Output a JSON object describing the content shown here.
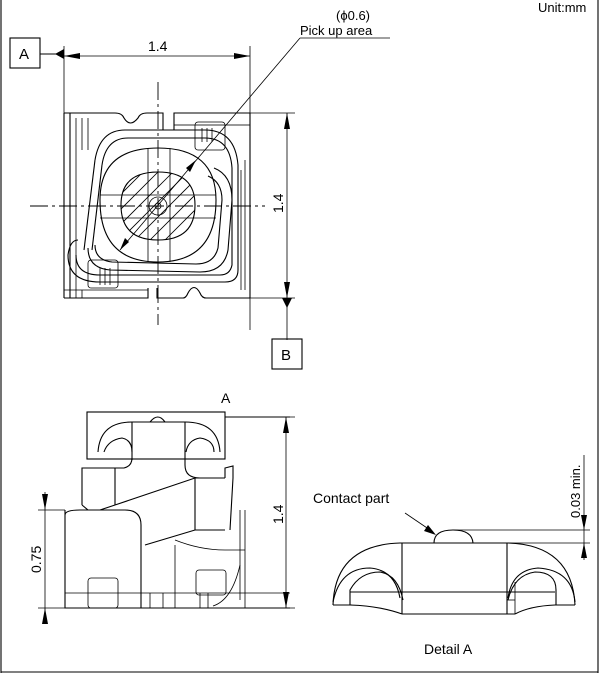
{
  "unit_label": "Unit:mm",
  "top_view": {
    "width_dim": "1.4",
    "height_dim": "1.4",
    "datum_a": "A",
    "datum_b": "B",
    "pickup_diameter": "(ϕ0.6)",
    "pickup_label": "Pick up area"
  },
  "side_view": {
    "detail_marker": "A",
    "height_dim": "1.4",
    "base_height_dim": "0.75"
  },
  "detail_a": {
    "title": "Detail A",
    "contact_label": "Contact part",
    "min_dim": "0.03 min."
  }
}
